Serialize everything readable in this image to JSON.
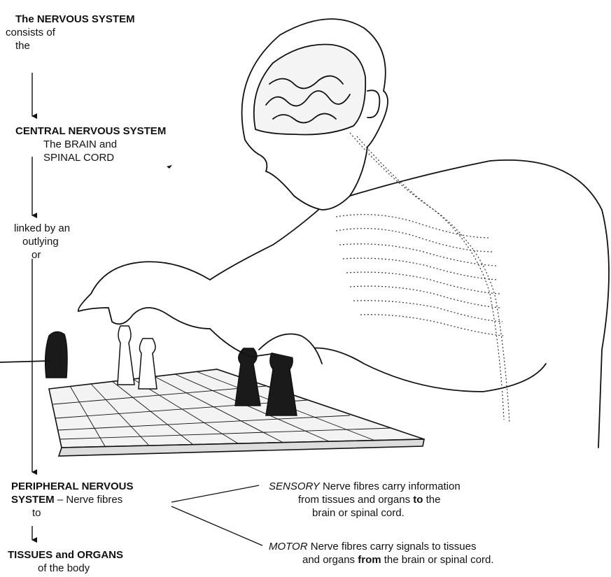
{
  "left_column": {
    "intro": {
      "title": "The NERVOUS SYSTEM",
      "line1": "consists of",
      "line2": "the"
    },
    "cns": {
      "title": "CENTRAL NERVOUS SYSTEM",
      "line1": "The BRAIN and",
      "line2": "SPINAL CORD"
    },
    "linked": {
      "line1": "linked by an",
      "line2": "outlying",
      "line3": "or"
    },
    "pns": {
      "title_a": "PERIPHERAL NERVOUS",
      "title_b": "SYSTEM",
      "dash_text": " – Nerve fibres",
      "to": "to"
    },
    "tissues": {
      "title": "TISSUES and ORGANS",
      "line1": "of the body"
    }
  },
  "sensory": {
    "label": "SENSORY",
    "line1_rest": " Nerve fibres carry information",
    "line2_a": "from tissues and organs ",
    "line2_bold": "to",
    "line2_b": " the",
    "line3": "brain or spinal cord."
  },
  "motor": {
    "label": "MOTOR",
    "line1_rest": " Nerve fibres carry signals to tissues",
    "line2_a": "and organs ",
    "line2_bold": "from",
    "line2_b": " the brain or spinal cord."
  },
  "colors": {
    "ink": "#111111",
    "background": "#ffffff"
  }
}
